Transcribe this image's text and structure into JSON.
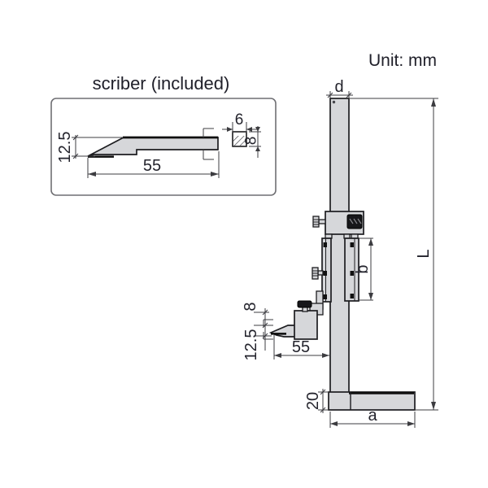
{
  "unit_label": "Unit: mm",
  "inset": {
    "title": "scriber (included)",
    "dims": {
      "tip_height": "12.5",
      "blade_length": "55",
      "section_width": "6",
      "section_height": "8"
    }
  },
  "main_view": {
    "dims": {
      "beam_width": "d",
      "overall_height": "L",
      "slider_span": "b",
      "scriber_section_height": "8",
      "scriber_tip_height": "12.5",
      "scriber_length": "55",
      "base_height": "20",
      "base_width": "a"
    }
  },
  "colors": {
    "metal_fill": "#d6d7da",
    "outline": "#1d1d20",
    "knob_dark": "#17171a",
    "dim_line": "#3c3c40",
    "text": "#23232c"
  }
}
